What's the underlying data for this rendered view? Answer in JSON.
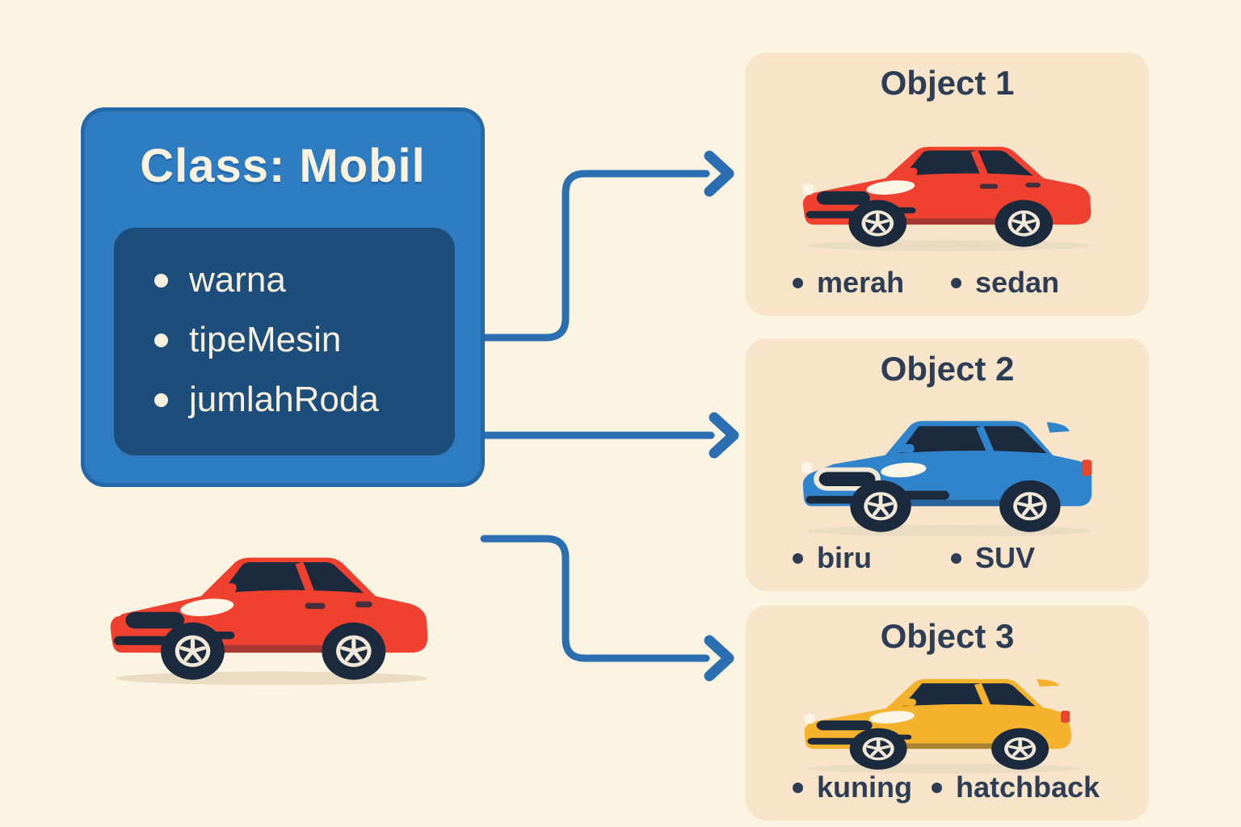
{
  "class_box": {
    "title": "Class: Mobil",
    "attributes": [
      "warna",
      "tipeMesin",
      "jumlahRoda"
    ]
  },
  "objects": [
    {
      "title": "Object 1",
      "car": "red-sedan",
      "car_color": "#F0402F",
      "attributes": [
        "merah",
        "sedan"
      ]
    },
    {
      "title": "Object 2",
      "car": "blue-suv",
      "car_color": "#2F84CB",
      "attributes": [
        "biru",
        "SUV"
      ]
    },
    {
      "title": "Object 3",
      "car": "yellow-hatchback",
      "car_color": "#F5B22C",
      "attributes": [
        "kuning",
        "hatchback"
      ]
    }
  ],
  "instance_car": {
    "car": "red-sedan",
    "car_color": "#F0402F"
  },
  "colors": {
    "background": "#FBF4E3",
    "card_background": "#F8E4C9",
    "card_text": "#2C3D55",
    "class_box": "#2E7CC2",
    "class_box_border": "#2468A8",
    "class_inner_box": "#1D4E7B",
    "class_text": "#F7F0DF",
    "arrow": "#2B6FB2",
    "car_window": "#1C2A3E",
    "wheel_rim": "#F2E9D8",
    "taillight": "#E8472F",
    "ground_shadow": "#EADCC3"
  }
}
